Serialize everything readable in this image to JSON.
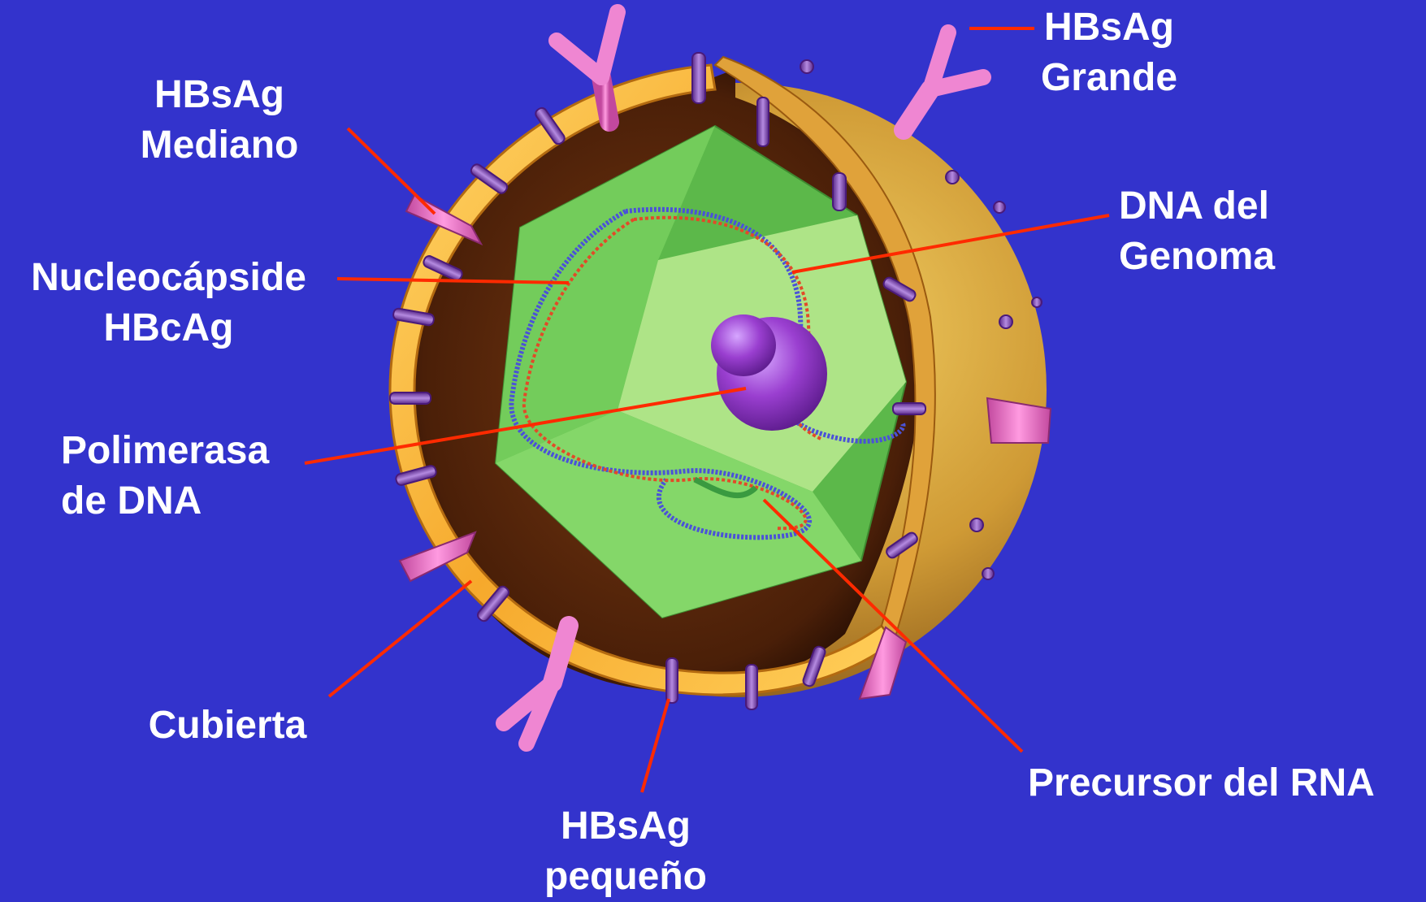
{
  "labels": {
    "hbsag_grande": [
      "HBsAg",
      "Grande"
    ],
    "hbsag_mediano": [
      "HBsAg",
      "Mediano"
    ],
    "dna_genoma": [
      "DNA del",
      "Genoma"
    ],
    "nucleocapside": [
      "Nucleocápside",
      "HBcAg"
    ],
    "polimerasa": [
      "Polimerasa",
      "de DNA"
    ],
    "cubierta": [
      "Cubierta"
    ],
    "precursor_rna": [
      "Precursor del RNA"
    ],
    "hbsag_pequeno": [
      "HBsAg",
      "pequeño"
    ]
  },
  "colors": {
    "background": "#3333cc",
    "leader_line": "#ff2a00",
    "label_text": "#ffffff",
    "envelope": "#f2b030",
    "core_green": "#7fd36a",
    "polymerase": "#9a3fd0",
    "large_protein": "#e47ac8",
    "small_protein": "#8a5ab8"
  }
}
